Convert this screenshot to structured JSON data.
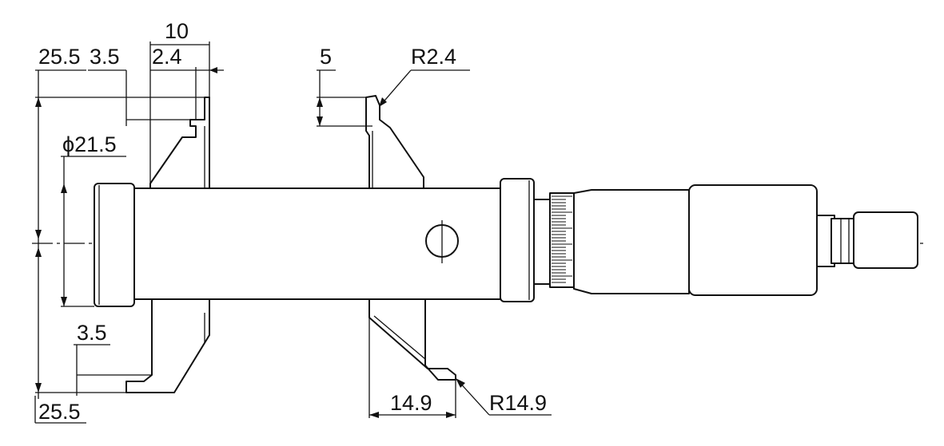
{
  "drawing": {
    "dimensions": {
      "top_10": "10",
      "top_2_4": "2.4",
      "top_3_5": "3.5",
      "left_25_5_top": "25.5",
      "phi_21_5": "ϕ21.5",
      "dim_5": "5",
      "r_2_4": "R2.4",
      "bottom_3_5": "3.5",
      "left_25_5_bottom": "25.5",
      "bottom_14_9": "14.9",
      "r_14_9": "R14.9"
    }
  }
}
